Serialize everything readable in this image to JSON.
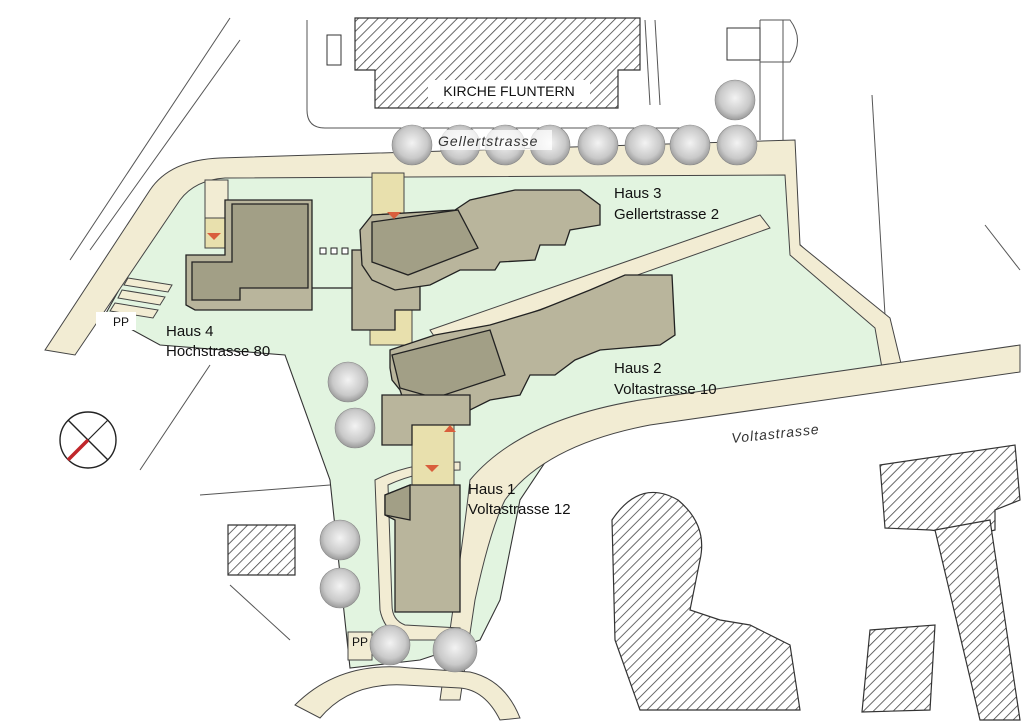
{
  "map": {
    "church_label": "KIRCHE FLUNTERN",
    "streets": {
      "gellertstrasse": "Gellertstrasse",
      "voltastrasse": "Voltastrasse"
    },
    "buildings": {
      "haus1": {
        "name": "Haus 1",
        "address": "Voltastrasse 12"
      },
      "haus2": {
        "name": "Haus 2",
        "address": "Voltastrasse 10"
      },
      "haus3": {
        "name": "Haus 3",
        "address": "Gellertstrasse 2"
      },
      "haus4": {
        "name": "Haus 4",
        "address": "Hochstrasse 80"
      }
    },
    "parking": {
      "pp_north_west": "PP",
      "pp_south": "PP"
    },
    "icons": {
      "north_arrow": "north-arrow-icon",
      "entrance_marker": "entrance-triangle-icon",
      "tree": "tree-icon"
    },
    "colors": {
      "garden": "#e2f4e0",
      "path": "#f2ecd3",
      "building": "#b9b59c",
      "building_dark": "#a29f86",
      "connector": "#e8e0ad",
      "entrance": "#d95e3c",
      "north_arrow": "#c0262b",
      "outline": "#333333"
    }
  }
}
